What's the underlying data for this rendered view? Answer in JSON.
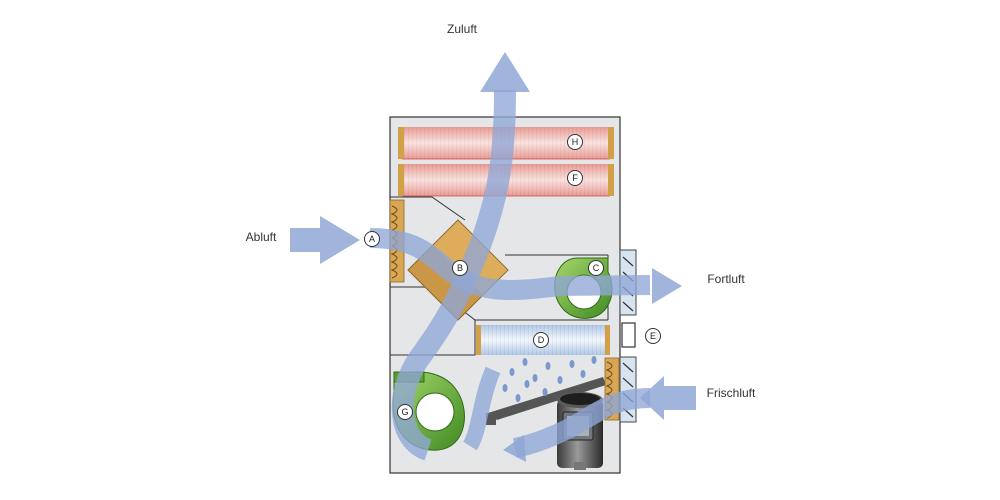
{
  "labels": {
    "zuluft": "Zuluft",
    "abluft": "Abluft",
    "fortluft": "Fortluft",
    "frischluft": "Frischluft"
  },
  "components": {
    "a": "A",
    "b": "B",
    "c": "C",
    "d": "D",
    "e": "E",
    "f": "F",
    "g": "G",
    "h": "H"
  },
  "colors": {
    "housing": "#e5e6e8",
    "housing_stroke": "#333333",
    "airflow": "#8fa7d6",
    "heat_exchanger": "#d9a653",
    "fan": "#6fb23a",
    "heating_coil": "#e8a9a2",
    "cooling_coil": "#a9c3e3"
  }
}
